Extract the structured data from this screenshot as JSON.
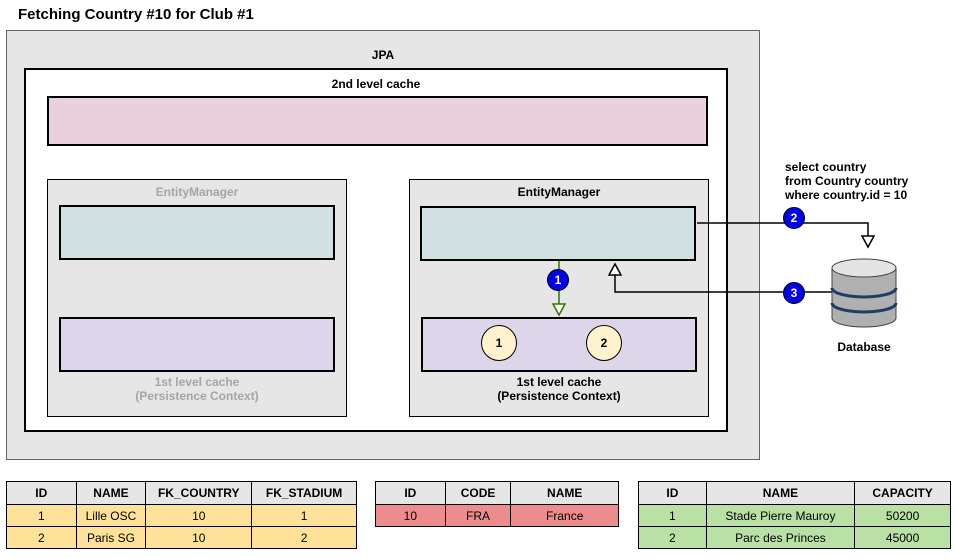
{
  "title": "Fetching Country #10 for Club #1",
  "jpa": {
    "label": "JPA",
    "second_level_cache_label": "2nd level cache",
    "entity_manager_left": {
      "label": "EntityManager",
      "cache_label_line1": "1st level cache",
      "cache_label_line2": "(Persistence Context)"
    },
    "entity_manager_right": {
      "label": "EntityManager",
      "cache_label_line1": "1st level cache",
      "cache_label_line2": "(Persistence Context)",
      "entities": [
        "1",
        "2"
      ]
    }
  },
  "steps": [
    "1",
    "2",
    "3"
  ],
  "query": {
    "line1": "select country",
    "line2": "from Country country",
    "line3": "where country.id = 10"
  },
  "database": {
    "label": "Database"
  },
  "colors": {
    "second_level_cache": "#e8d0dc",
    "entity_manager_cache_top": "#d0e0e3",
    "persistence_context": "#ddd5ea",
    "entity_circle": "#fff2cc",
    "step_circle": "#0000ee",
    "arrow_green": "#2d7600",
    "club_rows": "#ffe29a",
    "country_rows": "#ec8c8c",
    "stadium_rows": "#b9e0a5"
  },
  "tables": {
    "club": {
      "columns": [
        "ID",
        "NAME",
        "FK_COUNTRY",
        "FK_STADIUM"
      ],
      "rows": [
        [
          "1",
          "Lille OSC",
          "10",
          "1"
        ],
        [
          "2",
          "Paris SG",
          "10",
          "2"
        ]
      ]
    },
    "country": {
      "columns": [
        "ID",
        "CODE",
        "NAME"
      ],
      "rows": [
        [
          "10",
          "FRA",
          "France"
        ]
      ]
    },
    "stadium": {
      "columns": [
        "ID",
        "NAME",
        "CAPACITY"
      ],
      "rows": [
        [
          "1",
          "Stade Pierre Mauroy",
          "50200"
        ],
        [
          "2",
          "Parc des Princes",
          "45000"
        ]
      ]
    }
  }
}
